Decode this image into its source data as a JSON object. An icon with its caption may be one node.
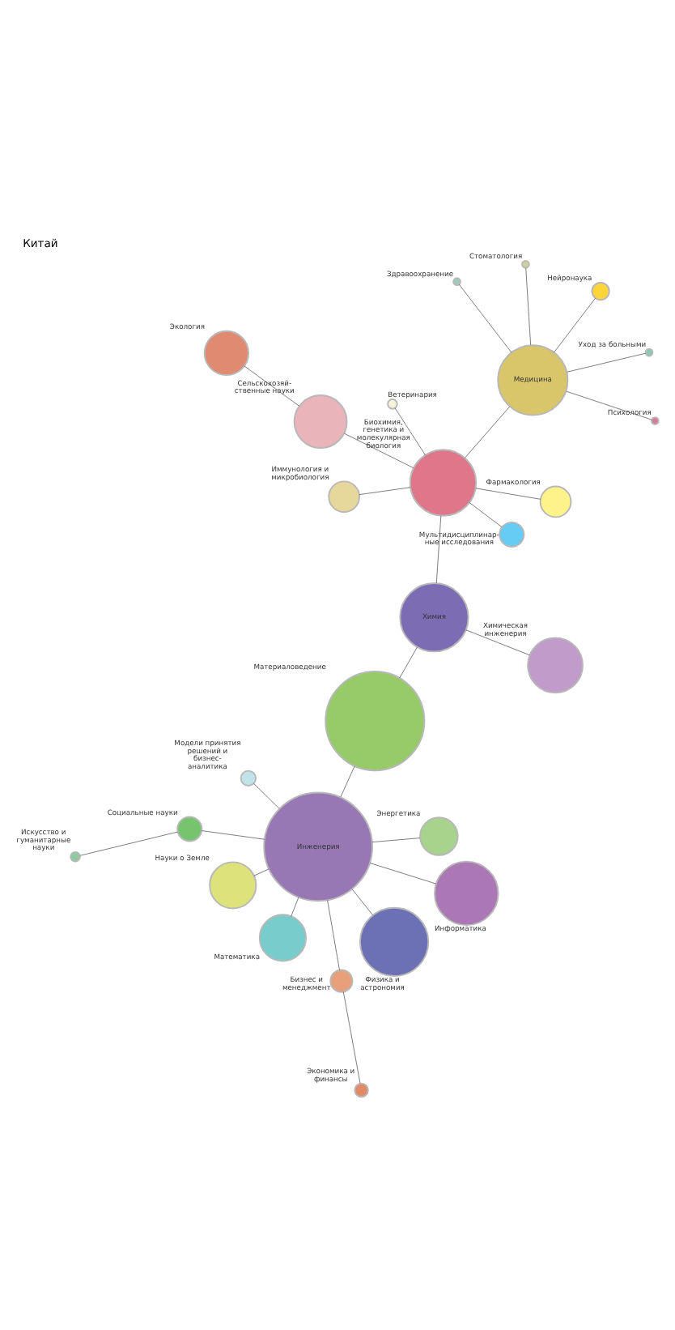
{
  "diagram": {
    "title": "Китай",
    "nodes": [
      {
        "text": [
          "Науки о Земле"
        ]
      },
      {
        "text": [
          "Энергетика"
        ]
      },
      {
        "text": [
          "Математика"
        ]
      },
      {
        "text": [
          "Модели принятия решений и бизнес- аналитика"
        ]
      },
      {
        "text": [
          "Социальные науки"
        ]
      },
      {
        "text": [
          "Искусство и гуманитарные науки"
        ]
      },
      {
        "text": [
          "Бизнес и менеджмент"
        ]
      },
      {
        "text": [
          "Экономика и финансы"
        ]
      },
      {
        "text": [
          "Инженерия"
        ]
      },
      {
        "text": [
          "Информатика"
        ]
      },
      {
        "text": [
          "Физика и астрономия"
        ]
      },
      {
        "text": [
          "Материаловедение"
        ]
      },
      {
        "text": [
          "Химическая инженерия"
        ]
      },
      {
        "text": [
          "Химия"
        ]
      },
      {
        "text": [
          "Ветеринария"
        ]
      },
      {
        "text": [
          "Мультидисциплинар- ные исследования"
        ]
      },
      {
        "text": [
          "Фармакология"
        ]
      },
      {
        "text": [
          "Экология"
        ]
      },
      {
        "text": [
          "Биохимия, генетика и молекулярная биология"
        ]
      },
      {
        "text": [
          "Сельскохозяй- ственные науки"
        ]
      },
      {
        "text": [
          "Иммунология и микробиология"
        ]
      },
      {
        "text": [
          "Здравоохранение"
        ]
      },
      {
        "text": [
          "Медицина"
        ]
      },
      {
        "text": [
          "Нейронаука"
        ]
      },
      {
        "text": [
          "Стоматология"
        ]
      },
      {
        "text": [
          "Психология"
        ]
      },
      {
        "text": [
          "Уход за больными"
        ]
      }
    ],
    "edges": [
      {
        "from": 8,
        "to": 0,
        "arrow": "none"
      },
      {
        "from": 8,
        "to": 1,
        "arrow": "none"
      },
      {
        "from": 8,
        "to": 2,
        "arrow": "none"
      },
      {
        "from": 8,
        "to": 3,
        "arrow": "none"
      },
      {
        "from": 8,
        "to": 4,
        "arrow": "none"
      },
      {
        "from": 4,
        "to": 5,
        "arrow": "none"
      },
      {
        "from": 8,
        "to": 6,
        "arrow": "none"
      },
      {
        "from": 6,
        "to": 7,
        "arrow": "none"
      },
      {
        "from": 8,
        "to": 9,
        "arrow": "none"
      },
      {
        "from": 8,
        "to": 10,
        "arrow": "none"
      },
      {
        "from": 8,
        "to": 11,
        "arrow": "none"
      },
      {
        "from": 11,
        "to": 13,
        "arrow": "none"
      },
      {
        "from": 13,
        "to": 12,
        "arrow": "none"
      },
      {
        "from": 13,
        "to": 18,
        "arrow": "none"
      },
      {
        "from": 18,
        "to": 14,
        "arrow": "none"
      },
      {
        "from": 18,
        "to": 15,
        "arrow": "none"
      },
      {
        "from": 18,
        "to": 16,
        "arrow": "none"
      },
      {
        "from": 18,
        "to": 19,
        "arrow": "none"
      },
      {
        "from": 19,
        "to": 17,
        "arrow": "none"
      },
      {
        "from": 18,
        "to": 20,
        "arrow": "none"
      },
      {
        "from": 18,
        "to": 22,
        "arrow": "none"
      },
      {
        "from": 22,
        "to": 21,
        "arrow": "none"
      },
      {
        "from": 22,
        "to": 23,
        "arrow": "none"
      },
      {
        "from": 22,
        "to": 24,
        "arrow": "none"
      },
      {
        "from": 22,
        "to": 25,
        "arrow": "none"
      },
      {
        "from": 22,
        "to": 26,
        "arrow": "none"
      }
    ]
  }
}
